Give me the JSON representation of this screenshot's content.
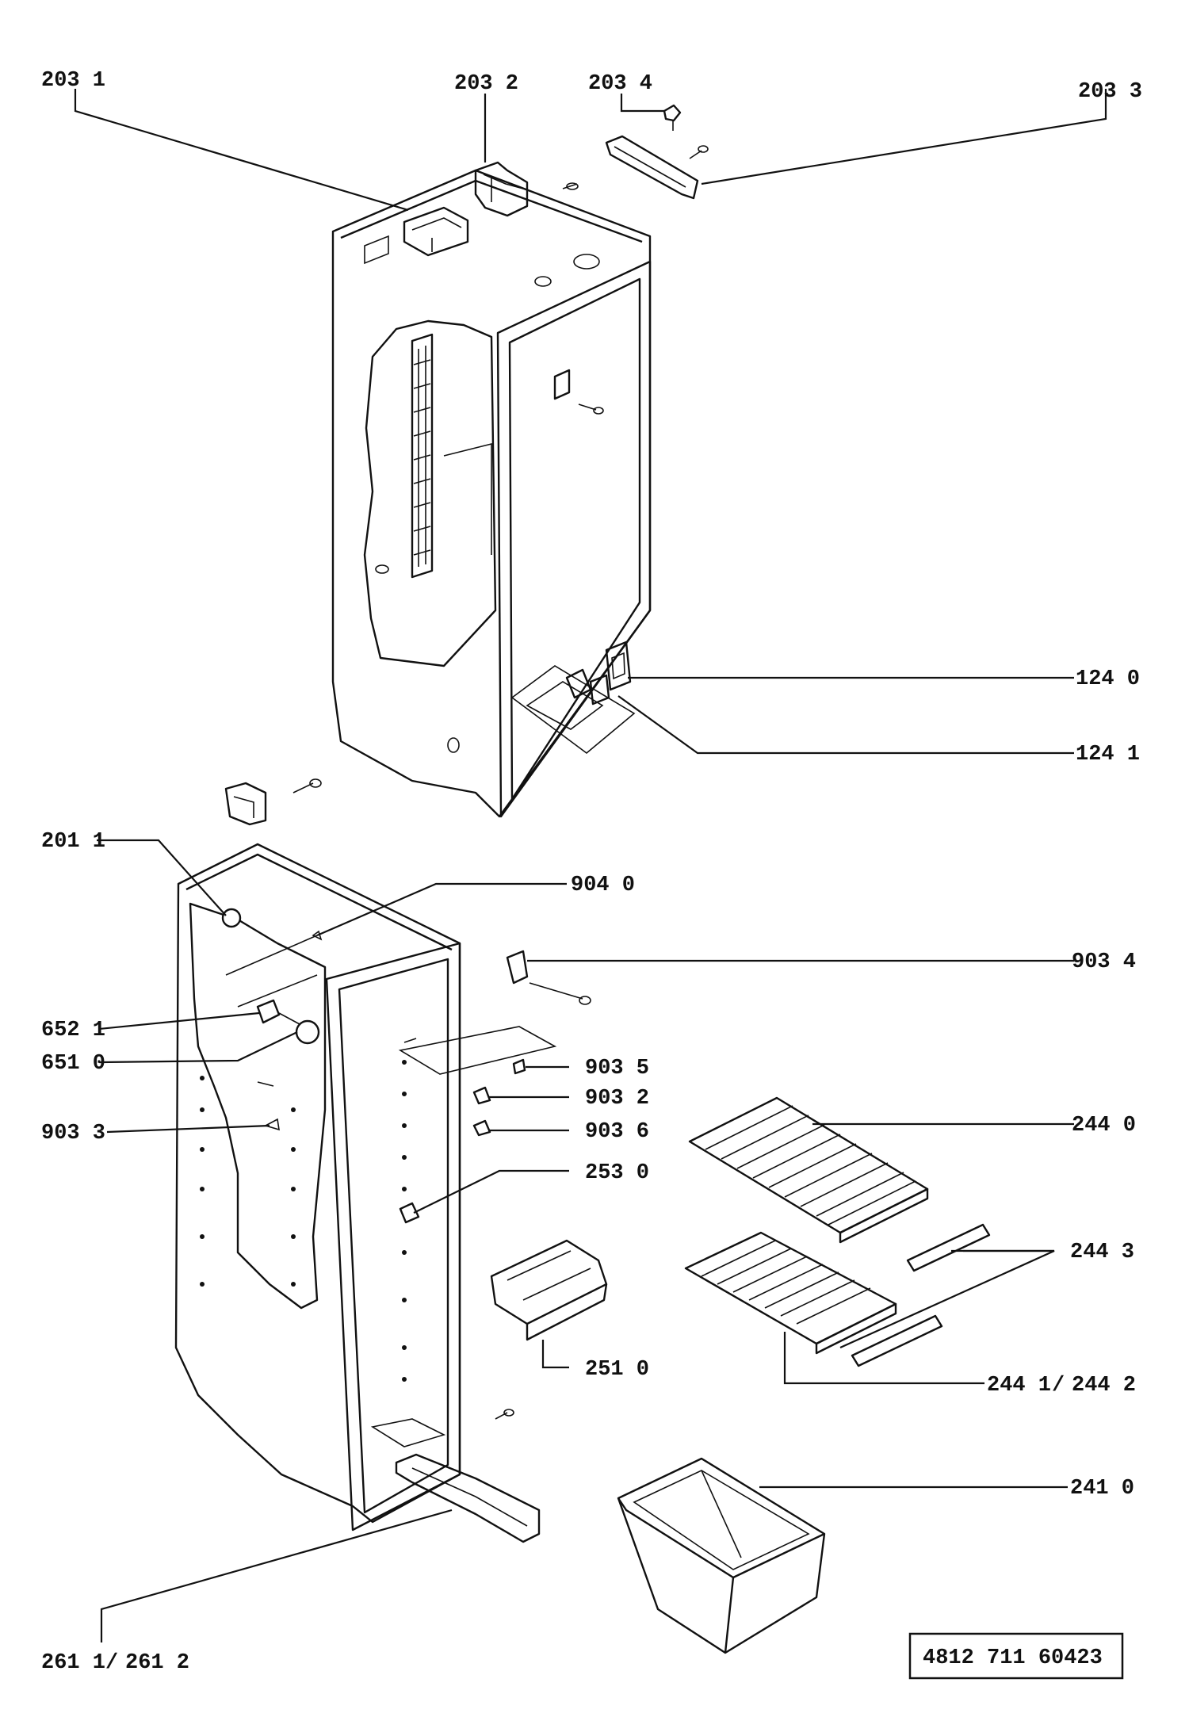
{
  "labels": {
    "l2031": "203 1",
    "l2032": "203 2",
    "l2034": "203 4",
    "l2033": "203 3",
    "l1240": "124 0",
    "l1241": "124 1",
    "l2011": "201 1",
    "l9040": "904 0",
    "l9034": "903 4",
    "l6521": "652 1",
    "l6510": "651 0",
    "l9035": "903 5",
    "l9032": "903 2",
    "l9033": "903 3",
    "l9036": "903 6",
    "l2440": "244 0",
    "l2530": "253 0",
    "l2443": "244 3",
    "l2510": "251 0",
    "l2441": "244 1",
    "l2442": "244 2",
    "l2410": "241 0",
    "l2611": "261 1",
    "l2612": "261 2"
  },
  "separator": "/",
  "document_number": "4812 711 60423"
}
